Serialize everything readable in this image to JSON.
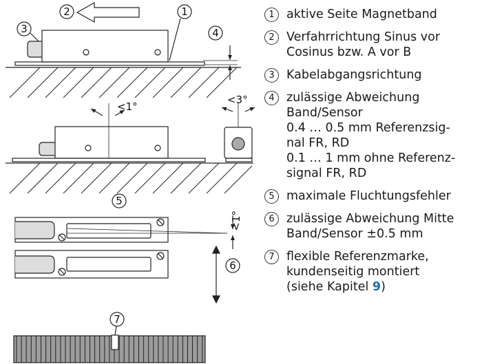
{
  "callouts": {
    "c1": "1",
    "c2": "2",
    "c3": "3",
    "c4": "4",
    "c5": "5",
    "c6": "6",
    "c7": "7"
  },
  "angles": {
    "tilt_side": "<1°",
    "tilt_front": "<3°",
    "alignment_top": "<1°"
  },
  "legend": [
    {
      "num": "1",
      "lines": [
        "aktive Seite Magnetband"
      ]
    },
    {
      "num": "2",
      "lines": [
        "Verfahrrichtung Sinus vor",
        "Cosinus bzw. A vor B"
      ]
    },
    {
      "num": "3",
      "lines": [
        "Kabelabgangsrichtung"
      ]
    },
    {
      "num": "4",
      "lines": [
        "zulässige Abweichung",
        "Band/Sensor",
        "0.4 … 0.5 mm Referenzsig-",
        "nal FR, RD",
        "0.1 … 1 mm ohne Referenz-",
        "signal FR, RD"
      ]
    },
    {
      "num": "5",
      "lines": [
        "maximale Fluchtungsfehler"
      ]
    },
    {
      "num": "6",
      "lines": [
        "zulässige Abweichung Mitte",
        "Band/Sensor ±0.5 mm"
      ]
    },
    {
      "num": "7",
      "lines": [
        "flexible Referenzmarke,",
        "kundenseitig montiert"
      ],
      "ref_prefix": "(siehe Kapitel ",
      "ref_chapter": "9",
      "ref_suffix": ")"
    }
  ],
  "colors": {
    "line": "#222222",
    "ref_link": "#1a6fb0"
  }
}
